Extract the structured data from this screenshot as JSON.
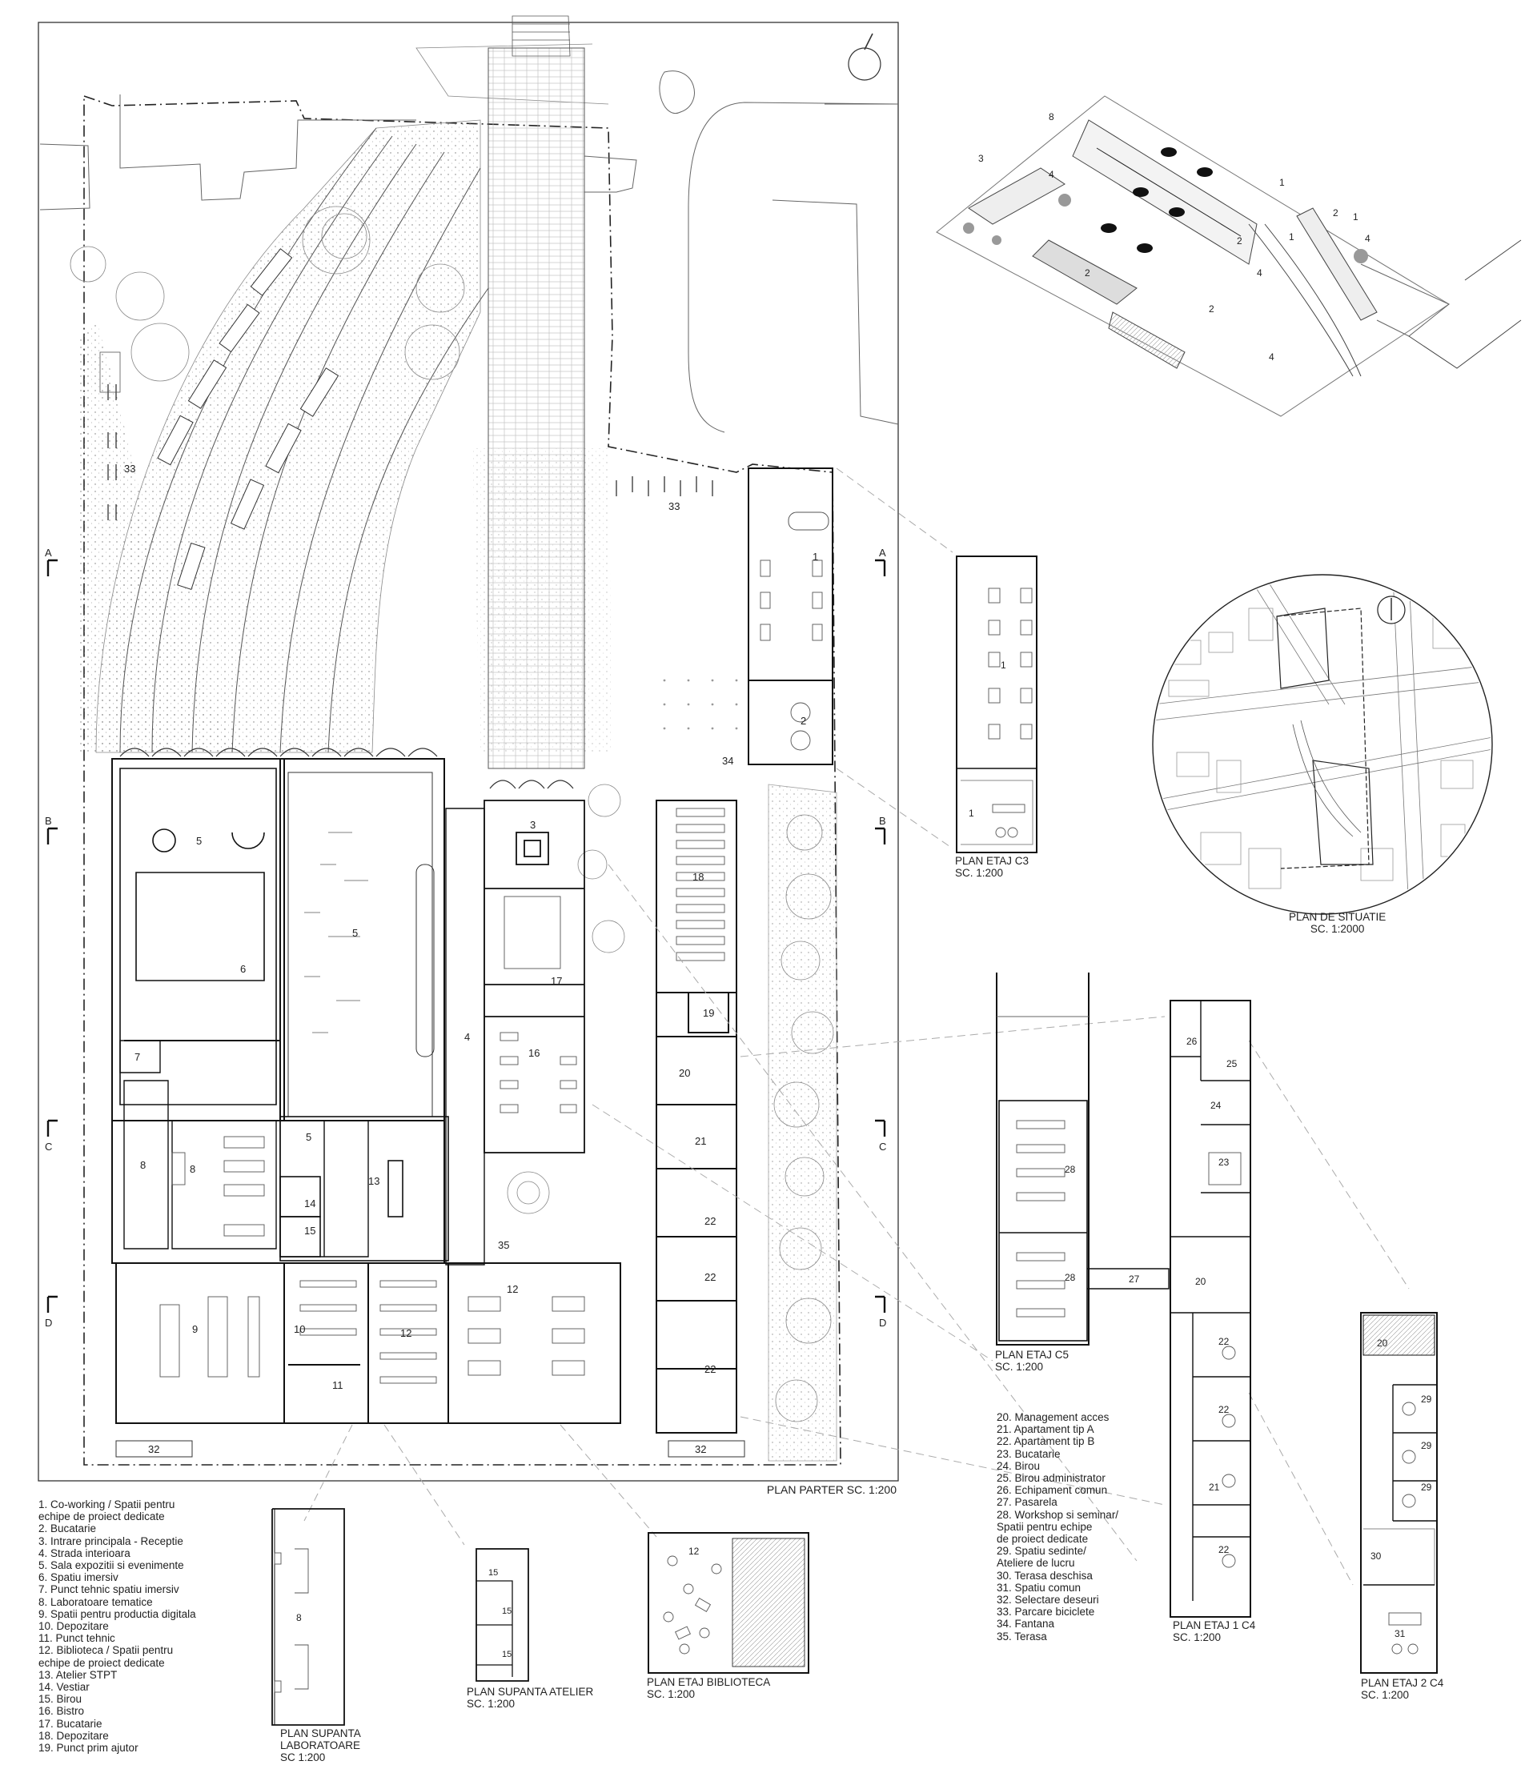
{
  "sheet": {
    "main_plan": {
      "title": "PLAN PARTER SC. 1:200"
    },
    "room_numbers": {
      "r1": "1",
      "r2": "2",
      "r3": "3",
      "r4": "4",
      "r5a": "5",
      "r5b": "5",
      "r5c": "5",
      "r6": "6",
      "r7": "7",
      "r8a": "8",
      "r8b": "8",
      "r9": "9",
      "r10": "10",
      "r11": "11",
      "r12a": "12",
      "r12b": "12",
      "r13": "13",
      "r14": "14",
      "r15": "15",
      "r16": "16",
      "r17": "17",
      "r18": "18",
      "r19": "19",
      "r20": "20",
      "r21": "21",
      "r22a": "22",
      "r22b": "22",
      "r22c": "22",
      "r32a": "32",
      "r32b": "32",
      "r33a": "33",
      "r33b": "33",
      "r34": "34",
      "r35": "35"
    },
    "section_marks": {
      "A": "A",
      "B": "B",
      "C": "C",
      "D": "D"
    },
    "plans": {
      "etaj_c3": {
        "title": "PLAN ETAJ C3",
        "scale": "SC. 1:200",
        "rooms": [
          "1",
          "1"
        ]
      },
      "situatie": {
        "title": "PLAN DE SITUATIE",
        "scale": "SC. 1:2000"
      },
      "etaj_c5": {
        "title": "PLAN ETAJ C5",
        "scale": "SC. 1:200",
        "rooms": [
          "28",
          "28",
          "27"
        ]
      },
      "etaj1_c4": {
        "title": "PLAN ETAJ 1 C4",
        "scale": "SC. 1:200",
        "rooms": [
          "26",
          "25",
          "24",
          "23",
          "20",
          "22",
          "22",
          "21",
          "22"
        ]
      },
      "etaj2_c4": {
        "title": "PLAN ETAJ 2 C4",
        "scale": "SC. 1:200",
        "rooms": [
          "20",
          "29",
          "29",
          "29",
          "30",
          "31"
        ]
      },
      "supanta_lab": {
        "title": "PLAN SUPANTA",
        "title2": "LABORATOARE",
        "scale": "SC 1:200",
        "rooms": [
          "8"
        ]
      },
      "supanta_atelier": {
        "title": "PLAN SUPANTA ATELIER",
        "scale": "SC. 1:200",
        "rooms": [
          "15",
          "15",
          "15"
        ]
      },
      "etaj_biblioteca": {
        "title": "PLAN ETAJ BIBLIOTECA",
        "scale": "SC. 1:200",
        "rooms": [
          "12"
        ]
      }
    },
    "axon_labels": [
      "1",
      "1",
      "1",
      "2",
      "2",
      "2",
      "2",
      "3",
      "4",
      "4",
      "4",
      "4",
      "8"
    ],
    "legend_left": [
      "1. Co-working / Spatii pentru",
      "    echipe de proiect dedicate",
      "2. Bucatarie",
      "3. Intrare principala - Receptie",
      "4. Strada interioara",
      "5. Sala expozitii si evenimente",
      "6. Spatiu imersiv",
      "7. Punct tehnic spatiu imersiv",
      "8. Laboratoare tematice",
      "9. Spatii pentru productia digitala",
      "10. Depozitare",
      "11. Punct tehnic",
      "12. Biblioteca / Spatii pentru",
      "     echipe de proiect dedicate",
      "13. Atelier STPT",
      "14. Vestiar",
      "15. Birou",
      "16. Bistro",
      "17. Bucatarie",
      "18. Depozitare",
      "19. Punct prim ajutor"
    ],
    "legend_right": [
      "20. Management acces",
      "21. Apartament tip A",
      "22. Apartament tip B",
      "23. Bucatarie",
      "24. Birou",
      "25. Birou administrator",
      "26. Echipament comun",
      "27. Pasarela",
      "28. Workshop si seminar/",
      "     Spatii pentru echipe",
      "     de proiect dedicate",
      "29. Spatiu sedinte/",
      "     Ateliere de lucru",
      "30. Terasa deschisa",
      "31. Spatiu comun",
      "32. Selectare deseuri",
      "33. Parcare biciclete",
      "34. Fantana",
      "35. Terasa"
    ]
  }
}
